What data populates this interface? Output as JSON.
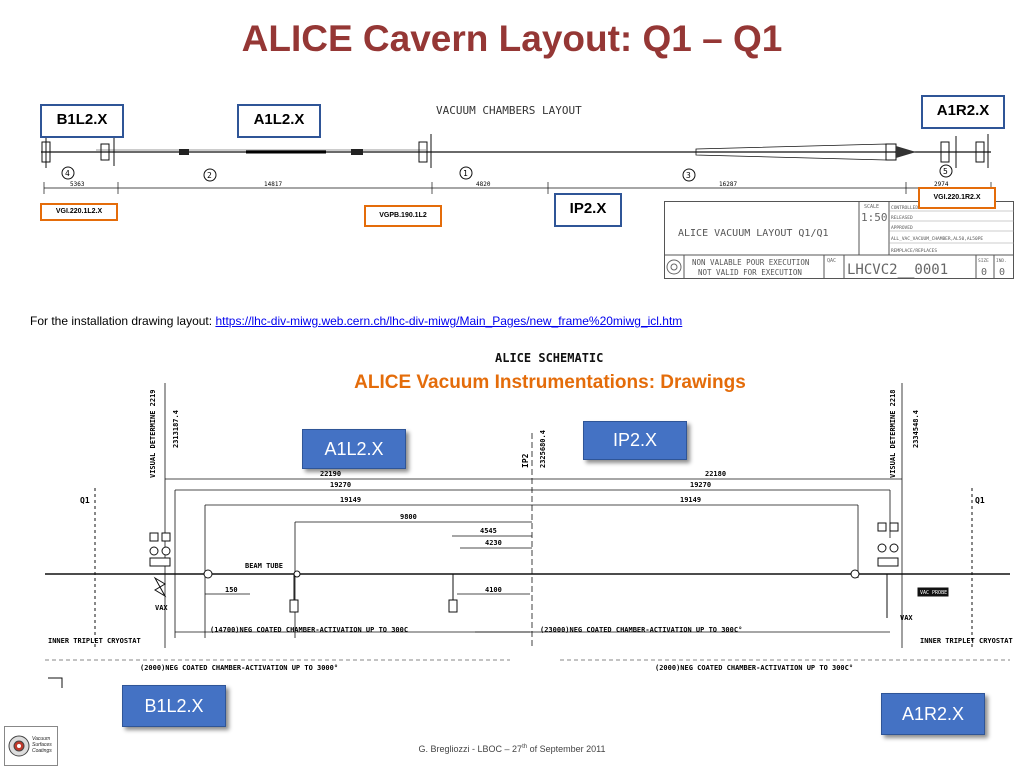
{
  "title": "ALICE Cavern Layout: Q1 – Q1",
  "top_labels": {
    "b1l2": "B1L2.X",
    "a1l2": "A1L2.X",
    "a1r2": "A1R2.X",
    "ip2": "IP2.X"
  },
  "gauge_labels": {
    "vgi_left": "VGI.220.1L2.X",
    "vgpb": "VGPB.190.1L2",
    "vgi_right": "VGI.220.1R2.X"
  },
  "layout_drawing": {
    "header": "VACUUM CHAMBERS LAYOUT",
    "chamber_numbers": [
      "4",
      "2",
      "1",
      "3",
      "5"
    ],
    "lengths": [
      "5363",
      "14817",
      "4820",
      "16287",
      "2974"
    ],
    "title_block": {
      "scale_label": "SCALE",
      "scale": "1:50",
      "title": "ALICE VACUUM LAYOUT Q1/Q1",
      "status_rows": [
        "CONTROLLED",
        "RELEASED",
        "APPROVED",
        "ALL_VAC_VACUUM_CHAMBER,AL50,AL50PE",
        "REMPLACE/REPLACES"
      ],
      "note_fr": "NON VALABLE POUR EXECUTION",
      "note_en": "NOT VALID FOR EXECUTION",
      "qac_label": "QAC",
      "drawing_number": "LHCVC2__0001",
      "size_label": "SIZE",
      "size": "0",
      "ind_label": "IND.",
      "ind": "0"
    }
  },
  "install_note": {
    "text": "For the installation drawing layout: ",
    "link": "https://lhc-div-miwg.web.cern.ch/lhc-div-miwg/Main_Pages/new_frame%20miwg_icl.htm"
  },
  "schematic": {
    "header": "ALICE SCHEMATIC",
    "heading": "ALICE Vacuum Instrumentations: Drawings",
    "q1_left": "Q1",
    "q1_right": "Q1",
    "ip2": "IP2",
    "ip2_coord": "2325680.4",
    "visual_left": "VISUAL DETERMINE 2219",
    "visual_left_coord": "2313187.4",
    "visual_right": "VISUAL DETERMINE 2218",
    "visual_right_coord": "2334548.4",
    "dims_left": [
      "22190",
      "19270",
      "19149",
      "9800",
      "4545",
      "4230"
    ],
    "dims_right": [
      "22180",
      "19270",
      "19149"
    ],
    "dim_150": "150",
    "dim_4100": "4100",
    "beam_tube": "BEAM TUBE",
    "vax": "VAX",
    "neg_left": "(14700)NEG COATED CHAMBER-ACTIVATION UP TO 300C",
    "neg_right": "(23000)NEG COATED CHAMBER-ACTIVATION UP TO 300C°",
    "neg_bottom_left": "(2000)NEG COATED CHAMBER-ACTIVATION UP TO 3000°",
    "neg_bottom_right": "(2000)NEG COATED CHAMBER-ACTIVATION UP TO 300C°",
    "inner_left": "INNER TRIPLET CRYOSTAT",
    "inner_right": "INNER TRIPLET CRYOSTAT",
    "tag_right": "VAC PROBE",
    "labels": {
      "a1l2": "A1L2.X",
      "ip2": "IP2.X",
      "b1l2": "B1L2.X",
      "a1r2": "A1R2.X"
    }
  },
  "logo": {
    "line1": "Vacuum",
    "line2": "Surfaces",
    "line3": "Coatings"
  },
  "footer": {
    "author": "G. Bregliozzi - LBOC – 27",
    "sup": "th",
    "rest": " of September 2011"
  }
}
